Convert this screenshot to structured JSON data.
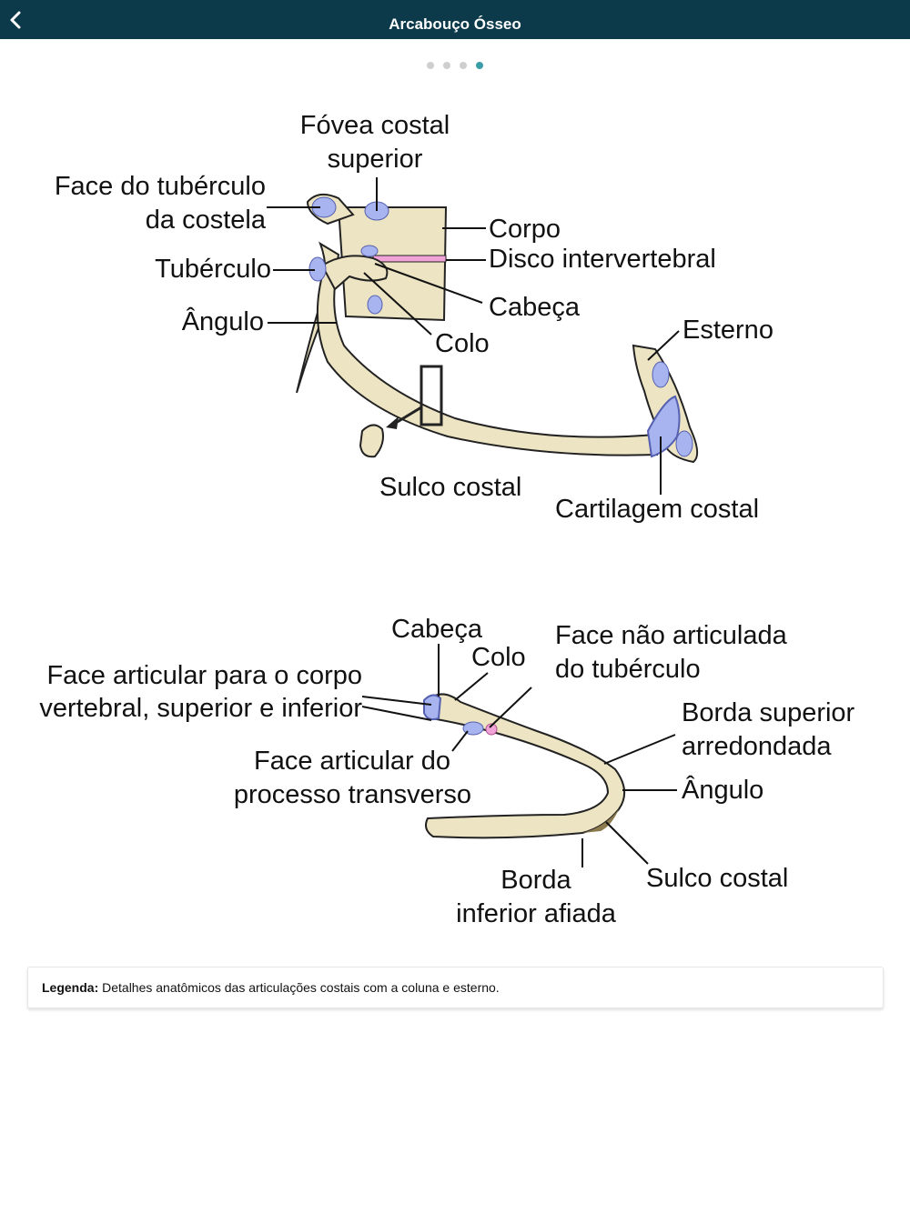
{
  "header": {
    "title": "Arcabouço Ósseo",
    "back_icon": "chevron-left-icon"
  },
  "pager": {
    "total": 4,
    "current": 4
  },
  "figure1": {
    "labels": {
      "fovea_costal_superior": [
        "Fóvea costal",
        "superior"
      ],
      "face_tuberculo": [
        "Face do tubérculo",
        "da costela"
      ],
      "corpo": "Corpo",
      "disco": "Disco intervertebral",
      "tuberculo": "Tubérculo",
      "cabeca": "Cabeça",
      "angulo": "Ângulo",
      "colo": "Colo",
      "esterno": "Esterno",
      "sulco_costal": "Sulco costal",
      "cartilagem_costal": "Cartilagem costal"
    }
  },
  "figure2": {
    "labels": {
      "cabeca": "Cabeça",
      "colo": "Colo",
      "face_nao_articulada": [
        "Face não articulada",
        "do tubérculo"
      ],
      "face_articular_corpo": [
        "Face articular para o corpo",
        "vertebral, superior e inferior"
      ],
      "face_articular_processo": [
        "Face articular do",
        "processo transverso"
      ],
      "borda_superior": [
        "Borda superior",
        "arredondada"
      ],
      "angulo": "Ângulo",
      "borda_inferior": [
        "Borda",
        "inferior afiada"
      ],
      "sulco_costal": "Sulco costal"
    }
  },
  "caption": {
    "label": "Legenda:",
    "text": " Detalhes anatômicos das articulações costais com a coluna e esterno."
  },
  "colors": {
    "header_bg": "#0c3a4a",
    "bone": "#ece4c2",
    "cartilage": "#a7b4f0",
    "disc": "#f0a3d6",
    "dot_active": "#3a9ea8",
    "dot_inactive": "#cfcfcf"
  }
}
